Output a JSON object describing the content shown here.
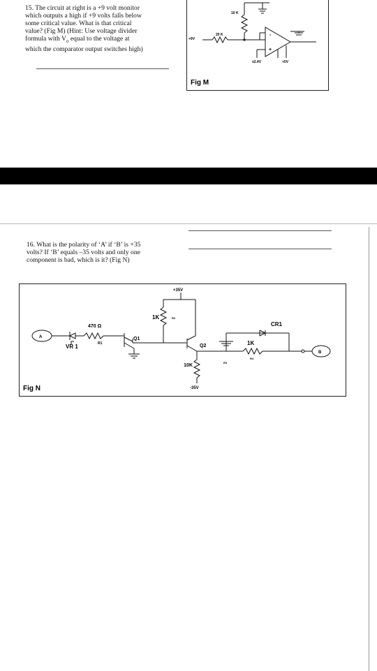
{
  "q15": {
    "text": "15. The circuit at right is a +9 volt monitor\nwhich outputs a high if +9 volts falls below\nsome critical value.  What is that critical\nvalue? (Fig M)  (Hint: Use voltage divider\nformula with V",
    "sub": "o",
    "text2": " equal to the voltage at\nwhich the comparator output switches high)"
  },
  "figM": {
    "label": "Fig M",
    "r10k": "10 K",
    "r20k": "20 K",
    "vin": "+9V",
    "minus": "-",
    "plus": "+",
    "vneg": "±2.4V",
    "vpos": "+5V"
  },
  "q16": {
    "text": "16.  What is the polarity of ‘A’ if ‘B’ is +35\nvolts?  If ‘B’ equals –35 volts and only one\ncomponent is bad, which is it? (Fig N)"
  },
  "figN": {
    "label": "Fig N",
    "v35": "+35V",
    "r1k_top": "1K",
    "r2": "R2",
    "r470": "470 Ω",
    "q1": "Q1",
    "q2": "Q2",
    "r1": "R1",
    "vr1": "VR 1",
    "a": "A",
    "b": "B",
    "cr1": "CR1",
    "r1k_right": "1K",
    "r4": "R4",
    "r10k": "10K",
    "r3": "R3",
    "vneg35": "-35V"
  }
}
